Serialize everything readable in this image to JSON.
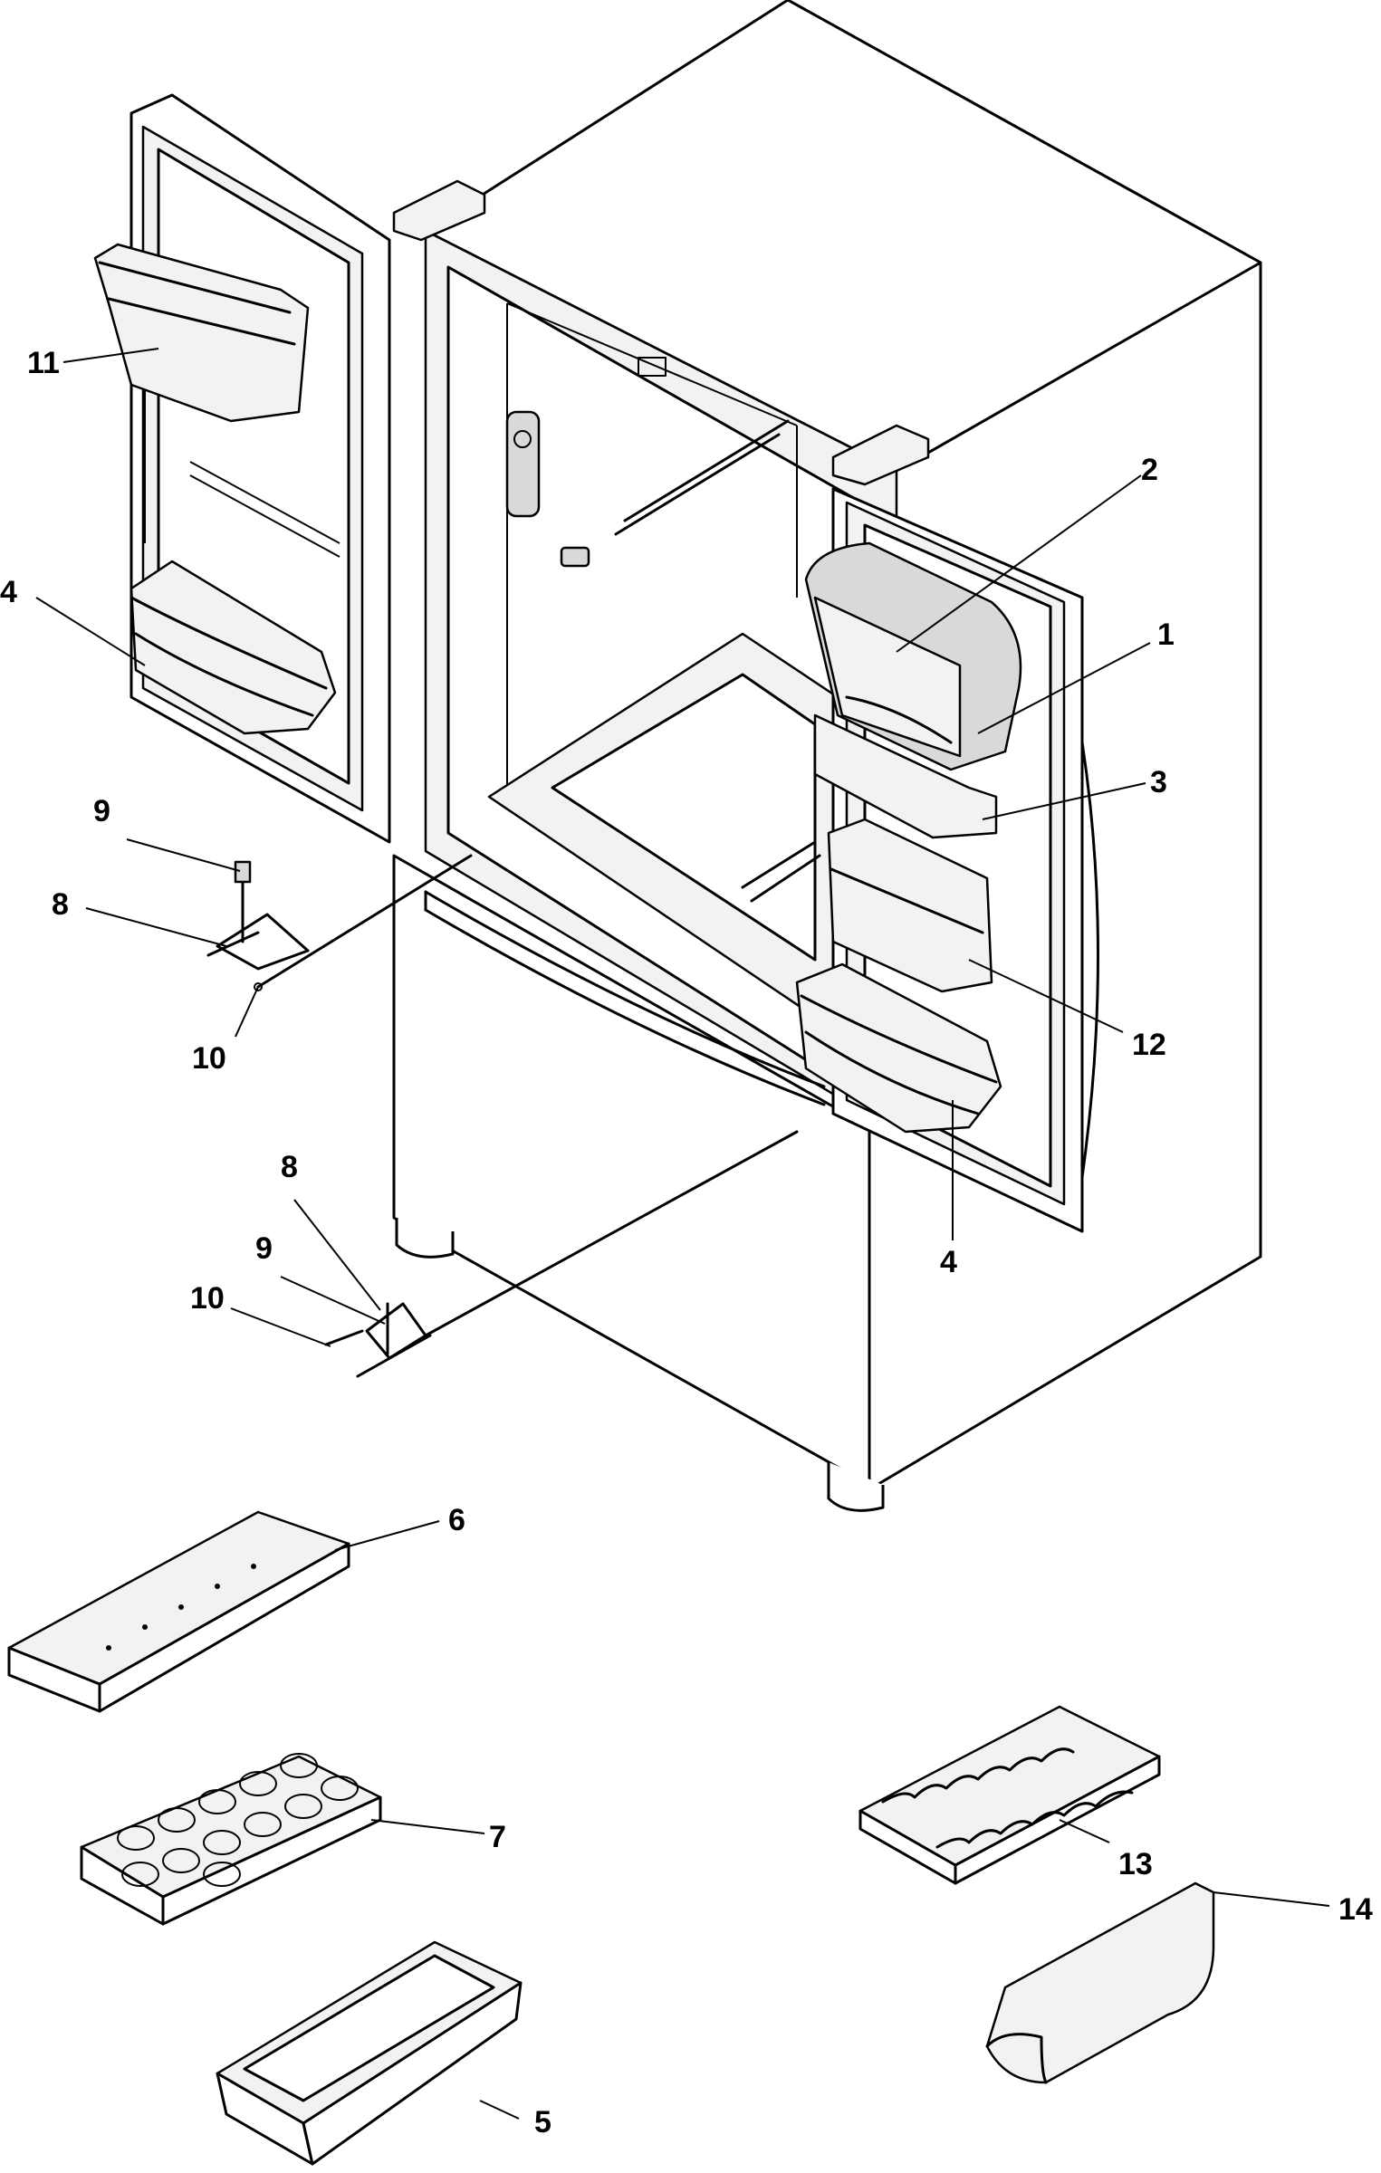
{
  "labels": {
    "l1": "1",
    "l2": "2",
    "l3": "3",
    "l4a": "4",
    "l4b": "4",
    "l5": "5",
    "l6": "6",
    "l7": "7",
    "l8a": "8",
    "l8b": "8",
    "l9a": "9",
    "l9b": "9",
    "l10a": "10",
    "l10b": "10",
    "l11": "11",
    "l12": "12",
    "l13": "13",
    "l14": "14"
  }
}
